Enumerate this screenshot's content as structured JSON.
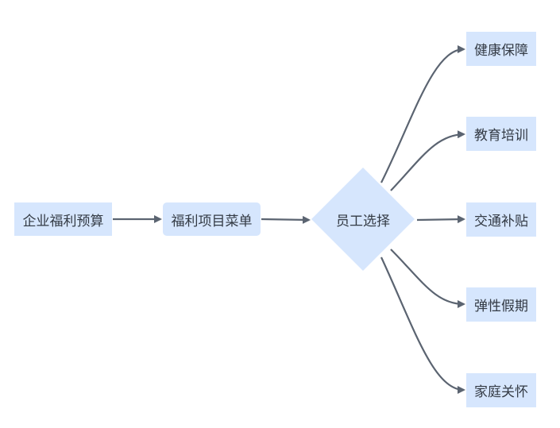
{
  "nodes": {
    "budget": "企业福利预算",
    "menu": "福利项目菜单",
    "choice": "员工选择",
    "health": "健康保障",
    "education": "教育培训",
    "transport": "交通补贴",
    "leave": "弹性假期",
    "family": "家庭关怀"
  },
  "colors": {
    "node_fill": "#d6e6fd",
    "edge": "#5b6471",
    "text": "#333a44"
  }
}
